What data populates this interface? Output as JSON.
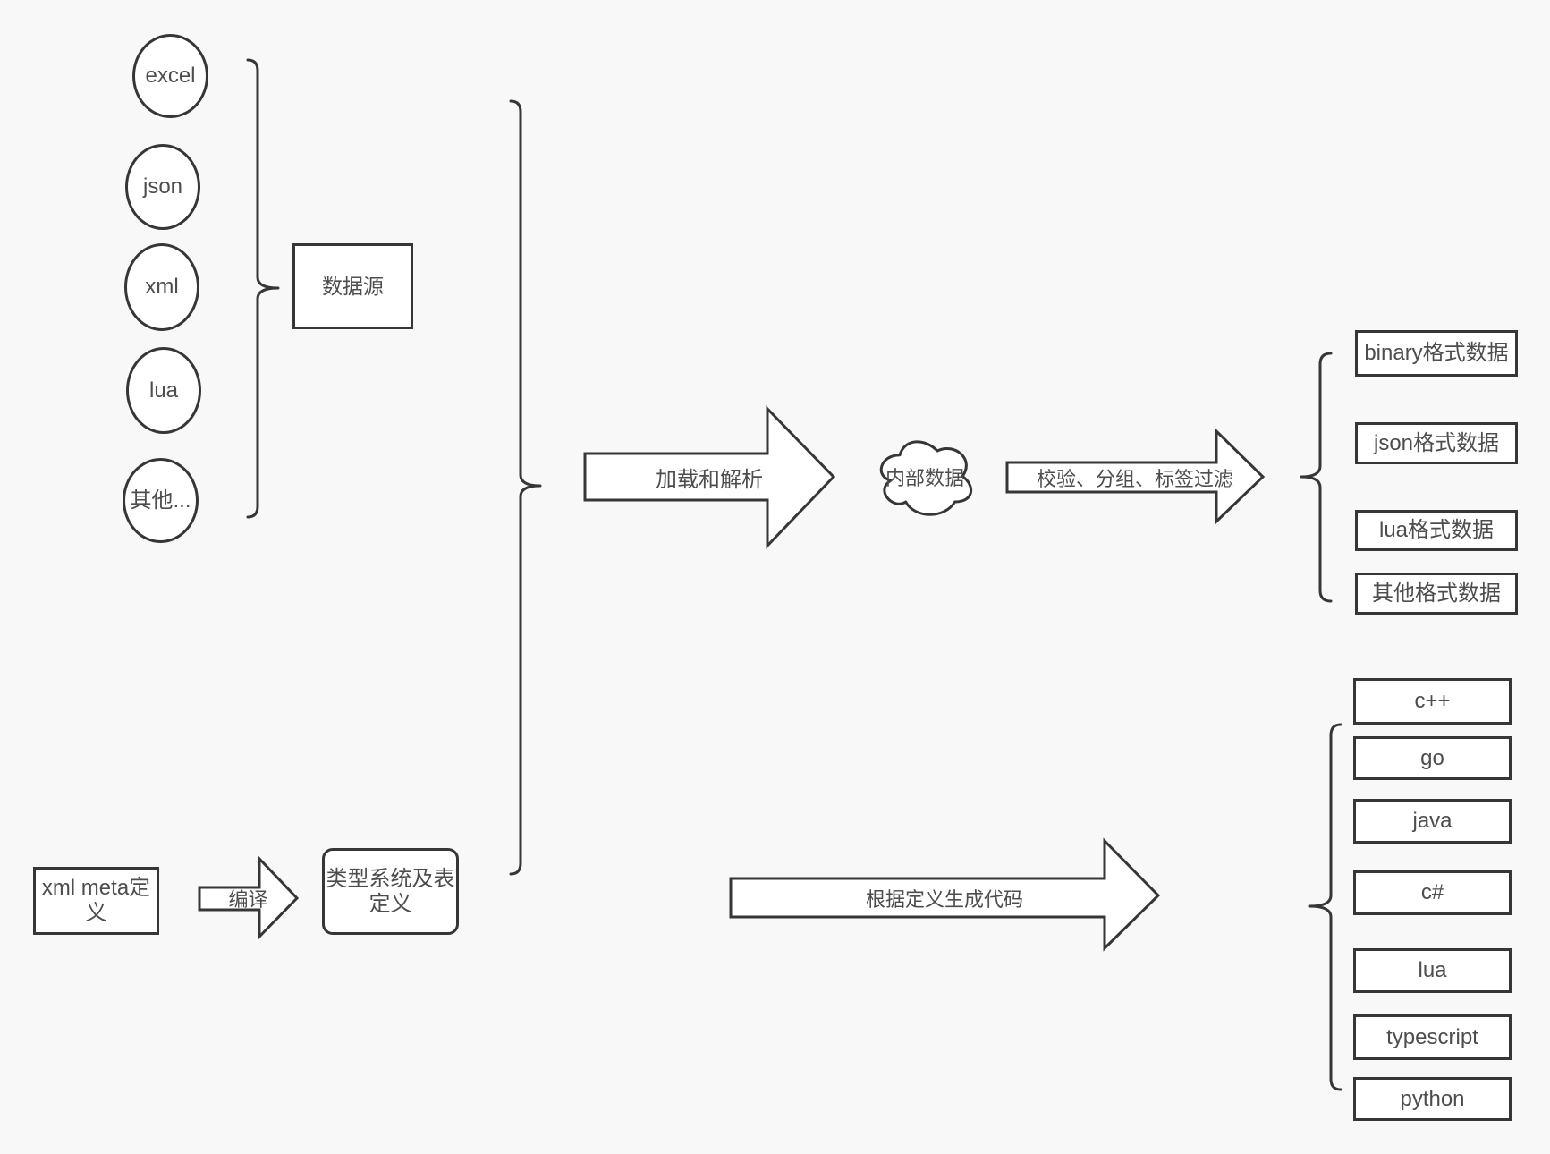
{
  "colors": {
    "background": "#f8f8f8",
    "stroke": "#363636",
    "shape_fill": "#ffffff",
    "text": "#4d4d4d"
  },
  "sources": {
    "items": [
      "excel",
      "json",
      "xml",
      "lua",
      "其他..."
    ],
    "group_box": "数据源"
  },
  "flow1": {
    "arrow_load": "加载和解析",
    "cloud": "内部数据",
    "arrow_filter": "校验、分组、标签过滤",
    "formats": [
      "binary格式数据",
      "json格式数据",
      "lua格式数据",
      "其他格式数据"
    ]
  },
  "flow2": {
    "meta_box": "xml meta定义",
    "arrow_compile": "编译",
    "typedef_box": "类型系统及表定义",
    "arrow_codegen": "根据定义生成代码",
    "languages": [
      "c++",
      "go",
      "java",
      "c#",
      "lua",
      "typescript",
      "python"
    ]
  }
}
